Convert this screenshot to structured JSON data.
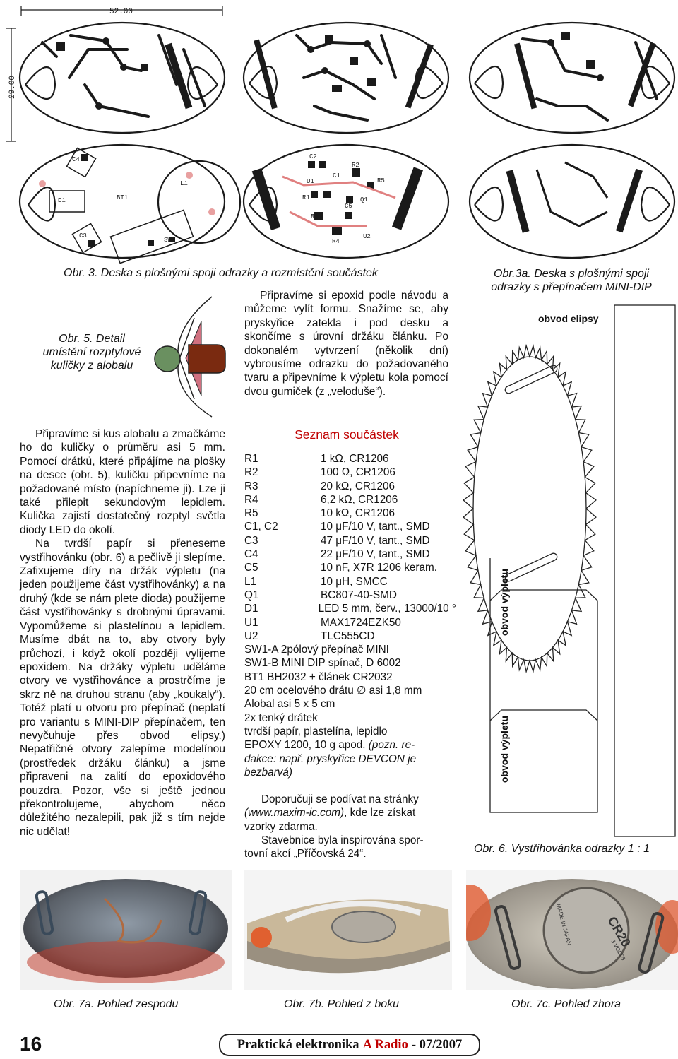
{
  "pcb": {
    "dim_width": "52.00",
    "dim_height": "29.00",
    "labels": [
      "C4",
      "D1",
      "BT1",
      "L1",
      "C3",
      "SW1",
      "C2",
      "U1",
      "C1",
      "R2",
      "R5",
      "R1",
      "C5",
      "Q1",
      "R3",
      "U2",
      "R4"
    ]
  },
  "captions": {
    "fig3": "Obr. 3. Deska s plošnými spoji odrazky a rozmístění součástek",
    "fig3a_line1": "Obr.3a. Deska s plošnými spoji",
    "fig3a_line2": "odrazky s přepínačem MINI-DIP",
    "fig5_line1": "Obr. 5. Detail",
    "fig5_line2": "umístění rozptylové",
    "fig5_line3": "kuličky z alobalu",
    "fig6": "Obr. 6. Vystřihovánka odrazky 1 : 1",
    "fig7a": "Obr. 7a. Pohled zespodu",
    "fig7b": "Obr. 7b. Pohled z boku",
    "fig7c": "Obr. 7c. Pohled zhora"
  },
  "template": {
    "ellipse_label": "obvod elipsy",
    "holder_label_1": "obvod výpletu",
    "holder_label_2": "obvod výpletu"
  },
  "text": {
    "mid_para": "Připravíme si epoxid podle návodu a můžeme vylít formu. Snažíme se, aby pryskyřice zatekla i pod desku a skončíme s úrovní držáku článku. Po dokonalém vytvrzení (několik dní) vybrousíme odrazku do požadovaného tvaru a připevníme k výpletu kola pomocí dvou gumiček (z „veloduše“).",
    "left_p1": "Připravíme si kus alobalu a zmačkáme ho do kuličky o průměru asi 5 mm. Pomocí drátků, které připájíme na plošky na desce (obr. 5), kuličku připevníme na požadované místo (napíchneme ji). Lze ji také přilepit sekundovým lepidlem. Kulička zajistí dostatečný rozptyl světla diody LED do okolí.",
    "left_p2": "Na tvrdší papír si přeneseme vystřihovánku (obr. 6) a pečlivě ji slepíme. Zafixujeme díry na držák výpletu (na jeden použijeme část vystřihovánky) a na druhý (kde se nám plete dioda) použijeme část vystřihovánky s drobnými úpravami. Vypomůžeme si plastelínou a lepidlem. Musíme dbát na to, aby otvory byly průchozí, i když okolí později vylijeme epoxidem. Na držáky výpletu uděláme otvory ve vystřihovánce a prostrčíme je skrz ně na druhou stranu (aby „koukaly“). Totéž platí u otvoru pro přepínač (neplatí pro variantu s MINI-DIP přepínačem, ten nevyčuhuje přes obvod elipsy.) Nepatřičné otvory zalepíme modelínou (prostředek držáku článku) a jsme připraveni na zalití do epoxidového pouzdra. Pozor, vše si ještě jednou překontrolujeme, abychom něco důležitého nezalepili, pak již s tím nejde nic udělat!"
  },
  "parts": {
    "title": "Seznam součástek",
    "rows": [
      {
        "k": "R1",
        "v": "1 kΩ, CR1206"
      },
      {
        "k": "R2",
        "v": "100 Ω, CR1206"
      },
      {
        "k": "R3",
        "v": "20 kΩ, CR1206"
      },
      {
        "k": "R4",
        "v": "6,2 kΩ, CR1206"
      },
      {
        "k": "R5",
        "v": "10 kΩ, CR1206"
      },
      {
        "k": "C1, C2",
        "v": "10 μF/10 V, tant., SMD"
      },
      {
        "k": "C3",
        "v": "47 μF/10 V, tant., SMD"
      },
      {
        "k": "C4",
        "v": "22 μF/10 V, tant., SMD"
      },
      {
        "k": "C5",
        "v": "10 nF, X7R 1206 keram."
      },
      {
        "k": "L1",
        "v": "10 μH, SMCC"
      },
      {
        "k": "Q1",
        "v": "BC807-40-SMD"
      },
      {
        "k": "D1",
        "v": "LED 5 mm, červ., 13000/10 °"
      },
      {
        "k": "U1",
        "v": "MAX1724EZK50"
      },
      {
        "k": "U2",
        "v": "TLC555CD"
      }
    ],
    "extra": [
      "SW1-A 2pólový přepínač MINI",
      "SW1-B MINI DIP spínač, D 6002",
      "BT1 BH2032 + článek CR2032",
      "20 cm ocelového drátu ∅ asi 1,8 mm",
      "Alobal asi 5 x 5 cm",
      "2x tenký drátek",
      "tvrdší papír, plastelína, lepidlo"
    ],
    "epoxy_line1": "EPOXY 1200, 10 g apod. ",
    "epoxy_note1": "(pozn. re-",
    "epoxy_note2": "dakce: např. pryskyřice DEVCON je",
    "epoxy_note3": "bezbarvá)",
    "rec_1": "Doporučuji se podívat na stránky",
    "rec_2a": "(www.maxim-ic.com)",
    "rec_2b": ", kde lze získat",
    "rec_3": "vzorky zdarma.",
    "insp_1": "Stavebnice byla inspirována spor-",
    "insp_2": "tovní akcí „Příčovská 24“."
  },
  "battery": {
    "brand": "CR20",
    "volts": "3 VOLTS",
    "made": "MADE IN JAPAN"
  },
  "footer": {
    "page_number": "16",
    "mag_part1": "Praktická elektronika",
    "mag_part2": "A Radio",
    "mag_part3": "- 07/2007"
  }
}
